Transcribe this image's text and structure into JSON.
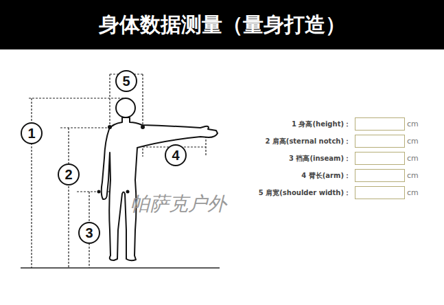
{
  "diagram": {
    "title": "身体数据测量（量身打造）",
    "nodes": [
      {
        "text": [
          "5"
        ]
      },
      {
        "text": [
          "1"
        ]
      },
      {
        "text": [
          "4"
        ]
      },
      {
        "text": [
          "2"
        ]
      },
      {
        "text": [
          "3"
        ]
      }
    ],
    "labels": [
      "1 身高(height)：",
      "cm",
      "2 肩高(sternal notch)：",
      "cm",
      "3 裆高(inseam)：",
      "cm",
      "4 臂长(arm)：",
      "cm",
      "5 肩宽(shoulder width)：",
      "cm",
      "帕萨克户外"
    ]
  }
}
